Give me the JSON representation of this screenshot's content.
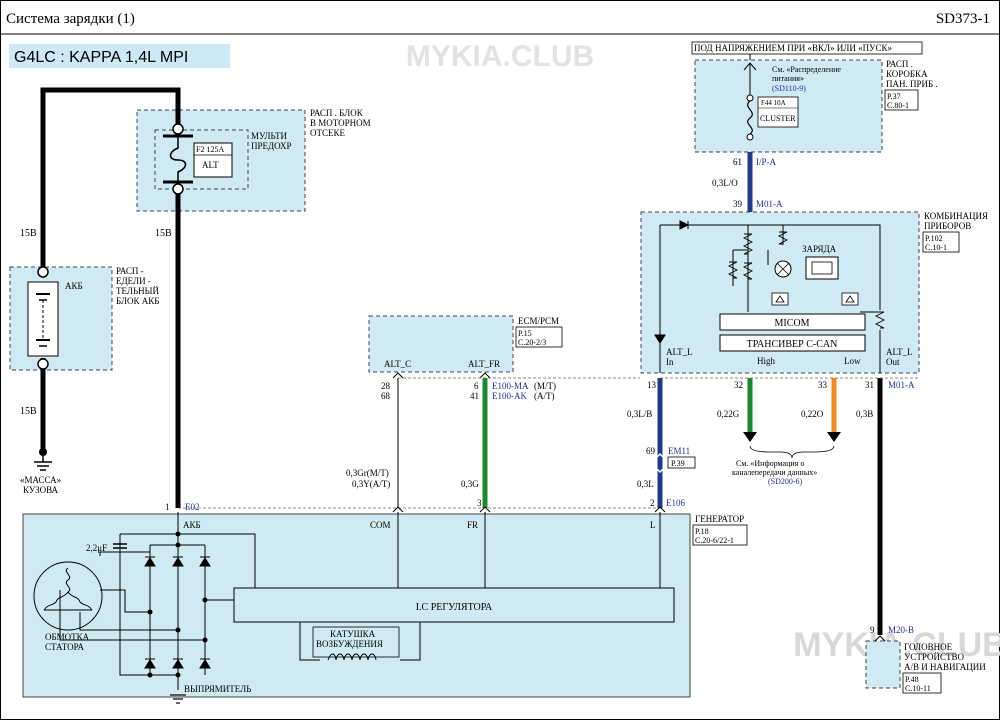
{
  "header": {
    "title": "Система   зарядки   (1)",
    "code": "SD373-1"
  },
  "model_label": "G4LC : KAPPA 1,4L MPI",
  "watermarks": [
    "MYKIA.CLUB",
    "MYKIA.CLUB"
  ],
  "power_label": "ПОД НАПРЯЖЕНИЕМ  ПРИ «ВКЛ» ИЛИ «ПУСК»",
  "engine_box": {
    "label": [
      "РАСП . БЛОК",
      "В МОТОРНОМ",
      "ОТСЕКЕ"
    ],
    "multifuse": [
      "МУЛЬТИ",
      "ПРЕДОХР"
    ],
    "fuse_rating": "F2 125A",
    "fuse_name": "ALT"
  },
  "battery_box": {
    "label": [
      "РАСП -",
      "ЕДЕЛИ -",
      "ТЕЛЬНЫЙ",
      "БЛОК  АКБ"
    ],
    "name": "АКБ"
  },
  "ground": {
    "label": [
      "«МАССА»",
      "КУЗОВА"
    ]
  },
  "wires": {
    "w15b_a": "15B",
    "w15b_b": "15B",
    "w15b_c": "15B"
  },
  "ecm": {
    "label": "ECM/PCM",
    "ref": [
      "P.15",
      "C.20-2/3"
    ],
    "pin_com": "ALT_C",
    "pin_fr": "ALT_FR",
    "pins_com": [
      "28",
      "68"
    ],
    "pins_fr": [
      "6",
      "41"
    ],
    "conn_fr": [
      "E100-MA",
      "E100-AK"
    ],
    "conn_fr_note": [
      "(M/T)",
      "(A/T)"
    ]
  },
  "ip_box": {
    "label": [
      "РАСП .",
      "КОРОБКА",
      "ПАН. ПРИБ ."
    ],
    "ref": [
      "P.37",
      "C.80-1"
    ],
    "see": [
      "См. «Распределение",
      "питания»"
    ],
    "see_ref": "(SD110-9)",
    "fuse_rating": "F44 10A",
    "fuse_name": "CLUSTER"
  },
  "cluster": {
    "label": [
      "КОМБИНАЦИЯ",
      "ПРИБОРОВ"
    ],
    "ref": [
      "P.102",
      "C.10-1"
    ],
    "charge": "ЗАРЯДА",
    "micom": "MICOM",
    "transceiver": "ТРАНСИВЕР  C-CAN",
    "high": "High",
    "low": "Low",
    "alt_l_in": [
      "ALT_L",
      "In"
    ],
    "alt_l_out": [
      "ALT_L",
      "Out"
    ]
  },
  "ip_wire": {
    "pin61": "61",
    "conn61": "I/P-A",
    "wire": "0,3L/O",
    "pin39": "39",
    "conn39": "M01-A"
  },
  "cluster_pins": {
    "p13": "13",
    "p32": "32",
    "p33": "33",
    "p31": "31",
    "conn31": "M01-A",
    "w13": "0,3L/B",
    "w32": "0,22G",
    "w33": "0,22O",
    "w31": "0,3B"
  },
  "can_info": {
    "see": [
      "См. «Информация    о",
      "каналепередачи    данных»"
    ],
    "ref": "(SD200-6)"
  },
  "em11": {
    "pin": "69",
    "conn": "EM11",
    "ref": "P.39"
  },
  "gen_wires": {
    "com": [
      "0,3Gr(M/T)",
      "0,3Y(A/T)"
    ],
    "fr": "0,3G",
    "l": "0,3L",
    "pin1": "1",
    "conn_e02": "E02",
    "pin2": "2",
    "conn_e106": "E106",
    "pin3": "3"
  },
  "generator": {
    "label": "ГЕНЕРАТОР",
    "ref": [
      "P.18",
      "C.20-6/22-1"
    ],
    "akb": "АКБ",
    "com": "COM",
    "fr": "FR",
    "l": "L",
    "cap": "2,2μF",
    "regulator": "I.C РЕГУЛЯТОРА",
    "stator": [
      "ОБМОТКА",
      "СТАТОРА"
    ],
    "field": [
      "КАТУШКА",
      "ВОЗБУЖДЕНИЯ"
    ],
    "rectifier": "ВЫПРЯМИТЕЛЬ"
  },
  "head_unit": {
    "pin": "9",
    "conn": "M20-B",
    "label": [
      "ГОЛОВНОЕ",
      "УСТРОЙСТВО",
      "А/В И НАВИГАЦИИ"
    ],
    "ref": [
      "P.48",
      "C.10-11"
    ]
  },
  "colors": {
    "box_fill": "#cfeaf2",
    "title_fill": "#cde9f5",
    "wire_black": "#000000",
    "wire_green": "#1a8a2e",
    "wire_orange": "#f08a18",
    "wire_blue": "#1e3a8c",
    "text_blue": "#1f2f9c"
  },
  "icons": [
    "fuse-icon",
    "battery-icon",
    "ground-icon",
    "diode-icon",
    "capacitor-icon",
    "coil-icon",
    "lamp-icon",
    "resistor-icon",
    "arrow-icon"
  ]
}
